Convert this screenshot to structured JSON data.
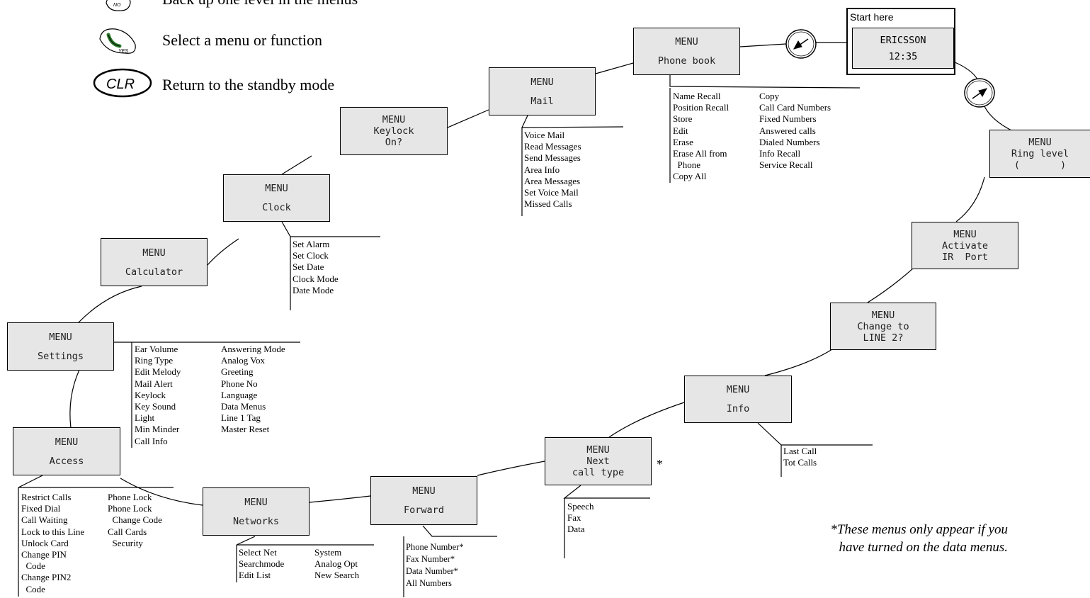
{
  "legend": [
    {
      "icon": "no-key-icon",
      "text": "Back up one level in the menus"
    },
    {
      "icon": "yes-key-icon",
      "text": "Select a menu or function"
    },
    {
      "icon": "clr-key-icon",
      "text": "Return to the standby mode",
      "key_label": "CLR"
    }
  ],
  "start": {
    "label": "Start here",
    "line1": "ERICSSON",
    "line2": "12:35"
  },
  "menus": {
    "phone_book": {
      "line1": "MENU",
      "line2": "Phone book"
    },
    "mail": {
      "line1": "MENU",
      "line2": "Mail"
    },
    "keylock": {
      "text": "MENU\nKeylock\nOn?"
    },
    "clock": {
      "line1": "MENU",
      "line2": "Clock"
    },
    "calculator": {
      "line1": "MENU",
      "line2": "Calculator"
    },
    "settings": {
      "line1": "MENU",
      "line2": "Settings"
    },
    "access": {
      "line1": "MENU",
      "line2": "Access"
    },
    "networks": {
      "line1": "MENU",
      "line2": "Networks"
    },
    "forward": {
      "line1": "MENU",
      "line2": "Forward"
    },
    "next_call_type": {
      "text": "MENU\nNext\ncall type"
    },
    "info": {
      "line1": "MENU",
      "line2": "Info"
    },
    "change_line": {
      "text": "MENU\nChange to\nLINE 2?"
    },
    "activate_ir": {
      "text": "MENU\nActivate\nIR  Port"
    },
    "ring_level": {
      "text": "MENU\nRing level\n(       )"
    }
  },
  "submenus": {
    "phone_book": {
      "col1": "Name Recall\nPosition Recall\nStore\nEdit\nErase\nErase All from\n  Phone\nCopy All",
      "col2": "Copy\nCall Card Numbers\nFixed Numbers\nAnswered calls\nDialed Numbers\nInfo Recall\nService Recall"
    },
    "mail": {
      "col1": "Voice Mail\nRead Messages\nSend Messages\nArea Info\nArea Messages\nSet Voice Mail\nMissed Calls"
    },
    "clock": {
      "col1": "Set Alarm\nSet Clock\nSet Date\nClock Mode\nDate Mode"
    },
    "settings": {
      "col1": "Ear Volume\nRing Type\nEdit Melody\nMail Alert\nKeylock\nKey Sound\nLight\nMin Minder\nCall Info",
      "col2": "Answering Mode\nAnalog Vox\nGreeting\nPhone No\nLanguage\nData Menus\nLine 1 Tag\nMaster Reset"
    },
    "access": {
      "col1": "Restrict Calls\nFixed Dial\nCall Waiting\nLock to this Line\nUnlock Card\nChange PIN\n  Code\nChange PIN2\n  Code",
      "col2": "Phone Lock\nPhone Lock\n  Change Code\nCall Cards\n  Security"
    },
    "networks": {
      "col1": "Select Net\nSearchmode\nEdit List",
      "col2": "System\nAnalog Opt\nNew Search"
    },
    "forward": {
      "col1": "Phone Number*\nFax Number*\nData Number*\nAll Numbers"
    },
    "next_call_type": {
      "col1": "Speech\nFax\nData"
    },
    "info": {
      "col1": "Last Call\nTot Calls"
    }
  },
  "asterisk": "*",
  "footnote": "*These menus only appear if you\nhave turned on the data menus."
}
